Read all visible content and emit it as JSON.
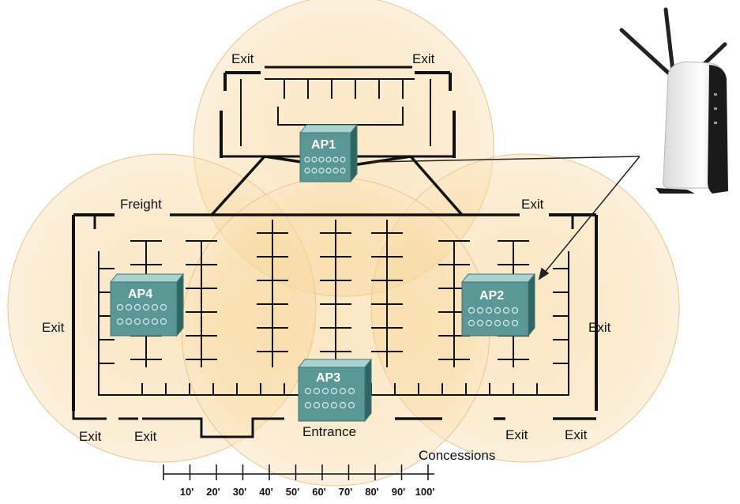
{
  "access_points": [
    {
      "label": "AP1"
    },
    {
      "label": "AP2"
    },
    {
      "label": "AP3"
    },
    {
      "label": "AP4"
    }
  ],
  "labels": {
    "exit": "Exit",
    "freight": "Freight",
    "entrance": "Entrance",
    "concessions": "Concessions"
  },
  "scale": {
    "ticks": [
      "10'",
      "20'",
      "30'",
      "40'",
      "50'",
      "60'",
      "70'",
      "80'",
      "90'",
      "100'"
    ]
  },
  "colors": {
    "coverage_fill": "#f7d89c",
    "coverage_stroke": "#e6c98f",
    "ap_top": "#9ec9c7",
    "ap_front": "#4f8f8d",
    "ap_side": "#2f6664",
    "floor_lines": "#111111"
  },
  "icons": {
    "access_point": "access-point-icon",
    "router": "wireless-router-icon"
  }
}
